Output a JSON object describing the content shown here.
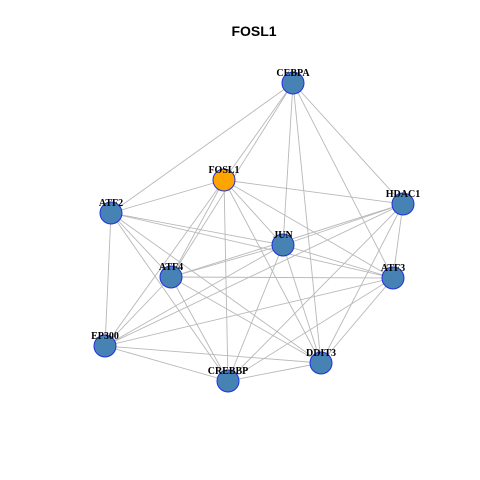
{
  "title": "FOSL1",
  "colors": {
    "background": "#ffffff",
    "edge": "#b8b8b8",
    "node_default": "#4682b4",
    "node_focus": "#ffa500",
    "node_border": "#1f2fe0"
  },
  "nodes": [
    {
      "id": "CEBPA",
      "label": "CEBPA",
      "focus": false
    },
    {
      "id": "FOSL1",
      "label": "FOSL1",
      "focus": true
    },
    {
      "id": "HDAC1",
      "label": "HDAC1",
      "focus": false
    },
    {
      "id": "ATF2",
      "label": "ATF2",
      "focus": false
    },
    {
      "id": "JUN",
      "label": "JUN",
      "focus": false
    },
    {
      "id": "ATF4",
      "label": "ATF4",
      "focus": false
    },
    {
      "id": "ATF3",
      "label": "ATF3",
      "focus": false
    },
    {
      "id": "EP300",
      "label": "EP300",
      "focus": false
    },
    {
      "id": "DDIT3",
      "label": "DDIT3",
      "focus": false
    },
    {
      "id": "CREBBP",
      "label": "CREBBP",
      "focus": false
    }
  ],
  "edges": [
    [
      "CEBPA",
      "ATF2"
    ],
    [
      "CEBPA",
      "FOSL1"
    ],
    [
      "CEBPA",
      "JUN"
    ],
    [
      "CEBPA",
      "HDAC1"
    ],
    [
      "CEBPA",
      "ATF3"
    ],
    [
      "CEBPA",
      "DDIT3"
    ],
    [
      "CEBPA",
      "ATF4"
    ],
    [
      "FOSL1",
      "ATF2"
    ],
    [
      "FOSL1",
      "HDAC1"
    ],
    [
      "FOSL1",
      "JUN"
    ],
    [
      "FOSL1",
      "ATF4"
    ],
    [
      "FOSL1",
      "EP300"
    ],
    [
      "FOSL1",
      "CREBBP"
    ],
    [
      "FOSL1",
      "DDIT3"
    ],
    [
      "FOSL1",
      "ATF3"
    ],
    [
      "HDAC1",
      "JUN"
    ],
    [
      "HDAC1",
      "ATF4"
    ],
    [
      "HDAC1",
      "ATF3"
    ],
    [
      "HDAC1",
      "EP300"
    ],
    [
      "HDAC1",
      "CREBBP"
    ],
    [
      "HDAC1",
      "DDIT3"
    ],
    [
      "ATF2",
      "JUN"
    ],
    [
      "ATF2",
      "ATF4"
    ],
    [
      "ATF2",
      "EP300"
    ],
    [
      "ATF2",
      "CREBBP"
    ],
    [
      "ATF2",
      "DDIT3"
    ],
    [
      "ATF2",
      "ATF3"
    ],
    [
      "JUN",
      "ATF4"
    ],
    [
      "JUN",
      "ATF3"
    ],
    [
      "JUN",
      "EP300"
    ],
    [
      "JUN",
      "CREBBP"
    ],
    [
      "JUN",
      "DDIT3"
    ],
    [
      "ATF4",
      "ATF3"
    ],
    [
      "ATF4",
      "EP300"
    ],
    [
      "ATF4",
      "CREBBP"
    ],
    [
      "ATF4",
      "DDIT3"
    ],
    [
      "ATF3",
      "EP300"
    ],
    [
      "ATF3",
      "CREBBP"
    ],
    [
      "ATF3",
      "DDIT3"
    ],
    [
      "EP300",
      "CREBBP"
    ],
    [
      "EP300",
      "DDIT3"
    ],
    [
      "CREBBP",
      "DDIT3"
    ]
  ]
}
